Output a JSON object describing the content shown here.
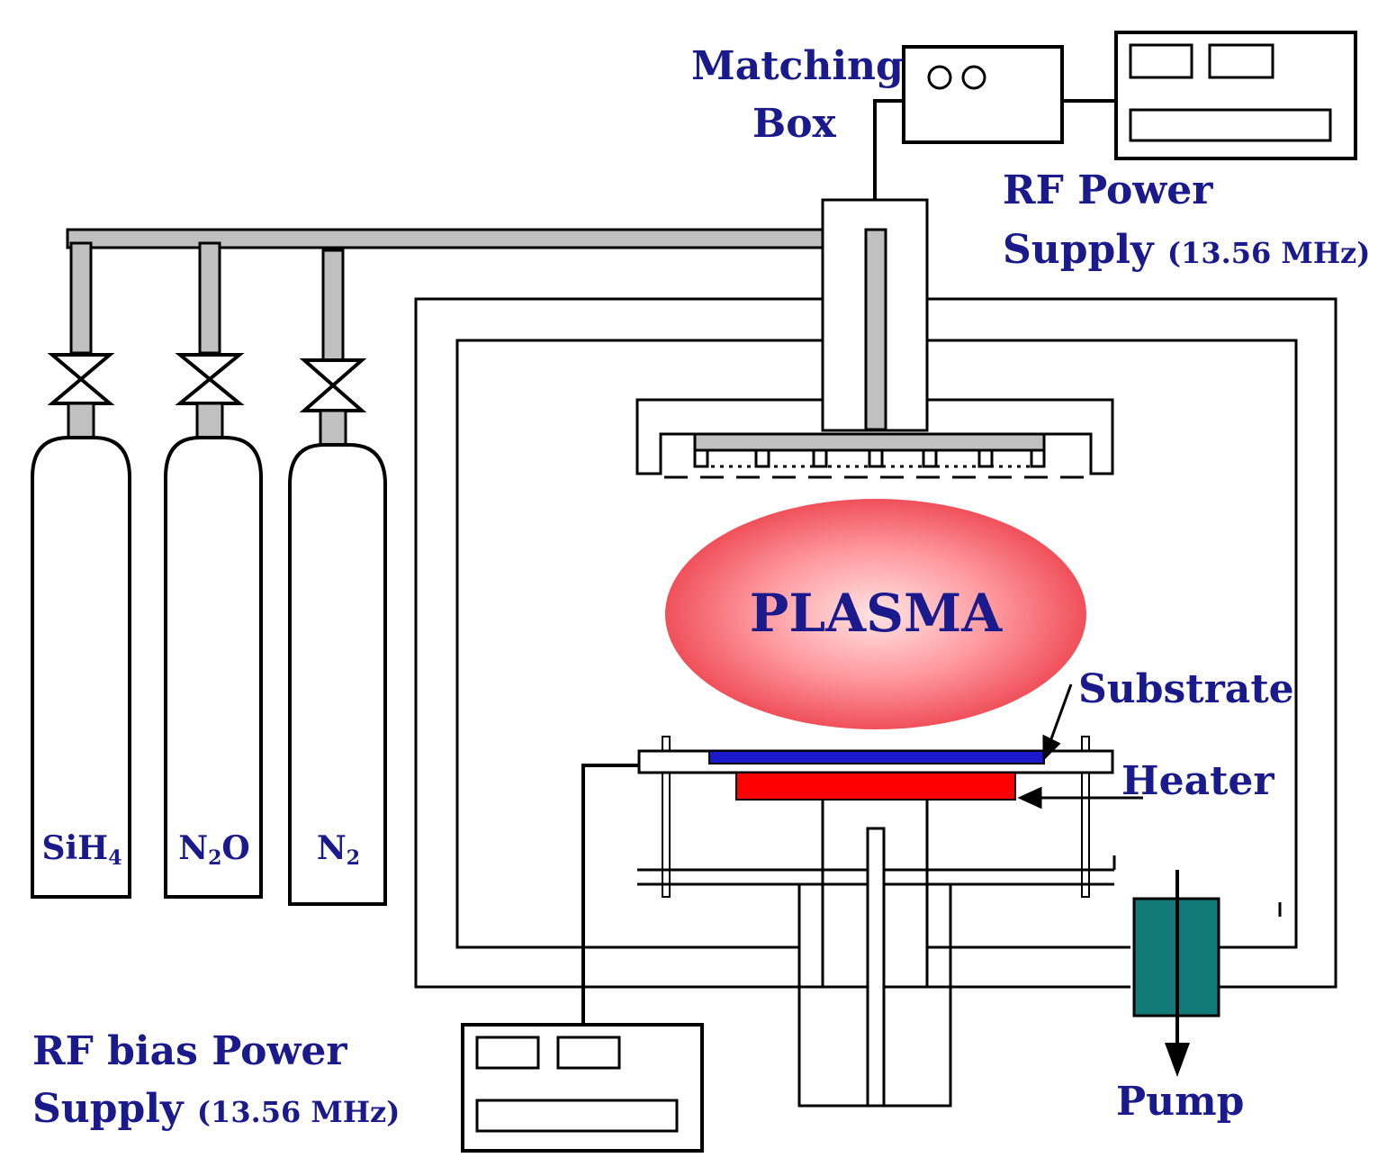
{
  "labels": {
    "matching_line1": "Matching",
    "matching_line2": "Box",
    "rf_power_line1": "RF Power",
    "rf_power_line2": "Supply",
    "rf_power_freq": "(13.56 MHz)",
    "plasma": "PLASMA",
    "substrate": "Substrate",
    "heater": "Heater",
    "pump": "Pump",
    "rf_bias_line1": "RF bias Power",
    "rf_bias_line2": "Supply",
    "rf_bias_freq": "(13.56 MHz)"
  },
  "gases": [
    {
      "base": "SiH",
      "sub": "4",
      "tail": ""
    },
    {
      "base": "N",
      "sub": "2",
      "tail": "O"
    },
    {
      "base": "N",
      "sub": "2",
      "tail": ""
    }
  ],
  "colors": {
    "text": "#1a1a8c",
    "pipe": "#c0c0c0",
    "substrate": "#1a1acc",
    "heater": "#ff0000",
    "pump": "#127a78",
    "plasma_center": "#ffe2e2",
    "plasma_edge": "#f25a63"
  }
}
